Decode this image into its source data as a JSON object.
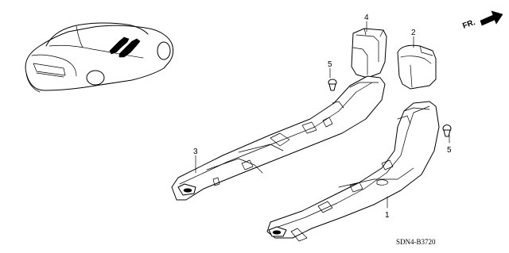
{
  "diagram": {
    "front_indicator": "FR.",
    "diagram_code": "SDN4-B3720",
    "callouts": {
      "part_1": "1",
      "part_2": "2",
      "part_3": "3",
      "part_4": "4",
      "part_5_left": "5",
      "part_5_right": "5"
    }
  }
}
